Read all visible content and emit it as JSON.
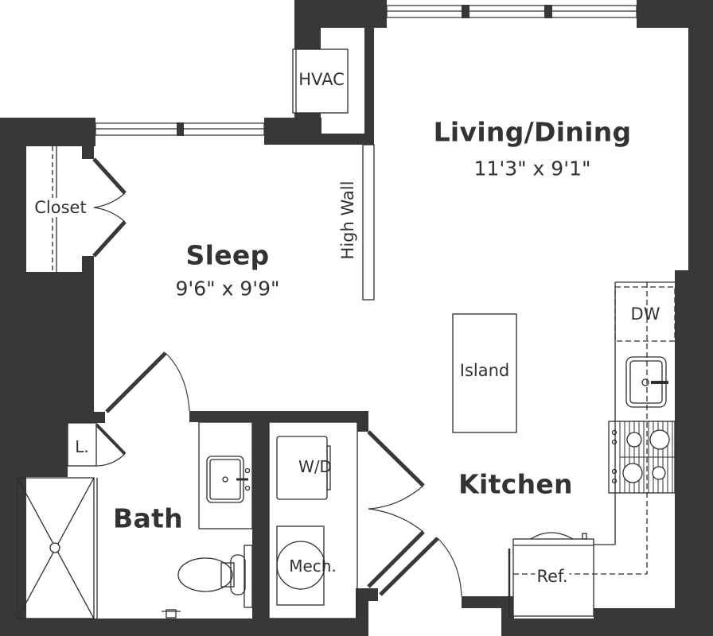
{
  "floorplan": {
    "colors": {
      "wall": "#38383a",
      "line": "#2e2e30",
      "background": "#ffffff",
      "text": "#333335"
    },
    "rooms": {
      "living": {
        "name": "Living/Dining",
        "dims": "11'3\" x 9'1\""
      },
      "sleep": {
        "name": "Sleep",
        "dims": "9'6\" x 9'9\""
      },
      "kitchen": {
        "name": "Kitchen"
      },
      "bath": {
        "name": "Bath"
      }
    },
    "fixtures": {
      "hvac": "HVAC",
      "closet": "Closet",
      "high_wall": "High Wall",
      "island": "Island",
      "dishwasher": "DW",
      "linen": "L.",
      "washer_dryer": "W/D",
      "mechanical": "Mech.",
      "refrigerator": "Ref."
    }
  }
}
